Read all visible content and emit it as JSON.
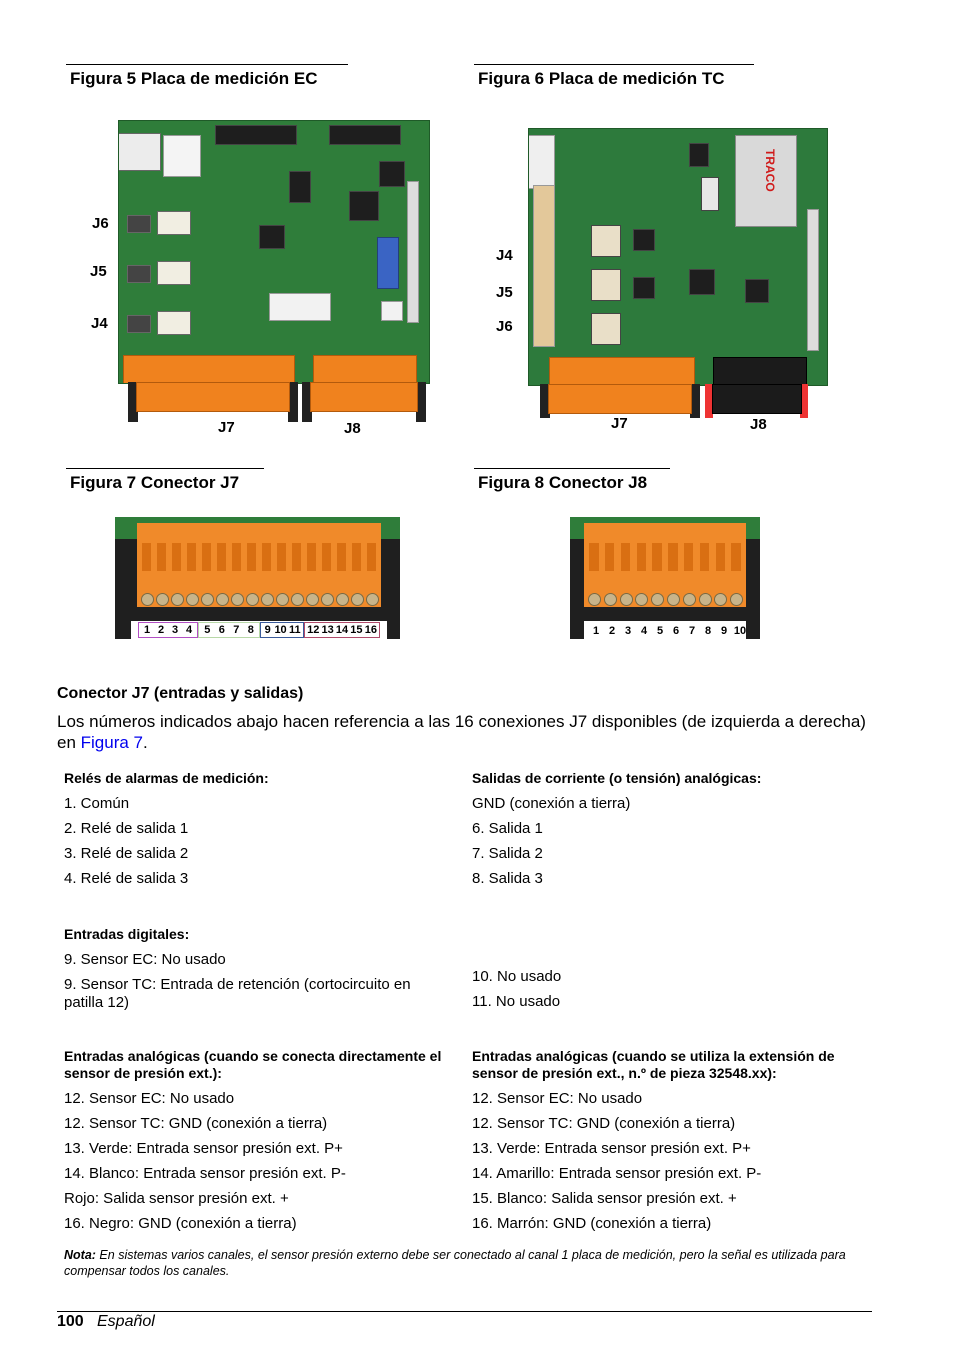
{
  "figures": {
    "fig5": {
      "caption": "Figura 5  Placa de medición EC",
      "labels": [
        "J6",
        "J5",
        "J4",
        "J7",
        "J8"
      ]
    },
    "fig6": {
      "caption": "Figura 6  Placa de medición TC",
      "labels": [
        "J4",
        "J5",
        "J6",
        "J7",
        "J8"
      ]
    },
    "fig7": {
      "caption": "Figura 7  Conector J7",
      "numbers": [
        "1",
        "2",
        "3",
        "4",
        "5",
        "6",
        "7",
        "8",
        "9",
        "10",
        "11",
        "12",
        "13",
        "14",
        "15",
        "16"
      ]
    },
    "fig8": {
      "caption": "Figura 8  Conector J8",
      "numbers": [
        "1",
        "2",
        "3",
        "4",
        "5",
        "6",
        "7",
        "8",
        "9",
        "10"
      ]
    }
  },
  "section": {
    "heading": "Conector J7 (entradas y salidas)",
    "intro_before": "Los números indicados abajo hacen referencia a las 16 conexiones J7 disponibles (de izquierda a derecha) en ",
    "intro_link": "Figura 7",
    "intro_after": "."
  },
  "tables": {
    "relay": {
      "title": "Relés de alarmas de medición:",
      "items": [
        "1. Común",
        "2. Relé de salida 1",
        "3. Relé de salida 2",
        "4. Relé de salida 3"
      ]
    },
    "analog_out": {
      "title": "Salidas de corriente (o tensión) analógicas:",
      "items": [
        "GND (conexión a tierra)",
        "6. Salida 1",
        "7. Salida 2",
        "8. Salida 3"
      ]
    },
    "digital_in": {
      "title": "Entradas digitales:",
      "items": [
        "9. Sensor EC: No usado",
        "9. Sensor TC: Entrada de retención (cortocircuito en patilla 12)"
      ]
    },
    "unused": {
      "items": [
        "10. No usado",
        "11. No usado"
      ]
    },
    "analog_in_direct": {
      "title": "Entradas analógicas (cuando se conecta directamente el sensor de presión ext.):",
      "items": [
        "12. Sensor EC: No usado",
        "12. Sensor TC: GND (conexión a tierra)",
        "13. Verde: Entrada sensor presión ext. P+",
        "14. Blanco: Entrada sensor presión ext. P-",
        "Rojo: Salida sensor presión ext. +",
        "16. Negro: GND (conexión a tierra)"
      ]
    },
    "analog_in_ext": {
      "title": "Entradas analógicas (cuando se utiliza la extensión de sensor de presión ext., n.º de pieza 32548.xx):",
      "items": [
        "12. Sensor EC: No usado",
        "12. Sensor TC: GND (conexión a tierra)",
        "13. Verde: Entrada sensor presión ext. P+",
        "14. Amarillo: Entrada sensor presión ext. P-",
        "15. Blanco: Salida sensor presión ext. +",
        "16. Marrón: GND (conexión a tierra)"
      ]
    }
  },
  "note": {
    "label": "Nota:",
    "text": " En sistemas varios canales, el sensor presión externo debe ser conectado al canal 1 placa de medición, pero la señal es utilizada para compensar todos los canales."
  },
  "footer": {
    "page": "100",
    "language": "Español"
  },
  "colors": {
    "link": "#0000ee",
    "pcb": "#2f7d3a",
    "terminal": "#f0821e",
    "group1": "#b24fc4",
    "group2": "#b8d8a8",
    "group3": "#3a5a9a",
    "group4": "#b04a6a"
  }
}
